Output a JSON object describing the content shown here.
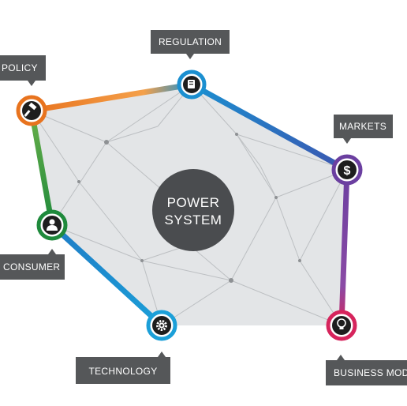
{
  "center": {
    "line1": "POWER",
    "line2": "SYSTEM"
  },
  "nodes": [
    {
      "key": "regulation",
      "label": "REGULATION",
      "icon": "book-icon",
      "color": "#1b8fd0"
    },
    {
      "key": "markets",
      "label": "MARKETS",
      "icon": "dollar-icon",
      "color": "#6b3fa0"
    },
    {
      "key": "business",
      "label": "BUSINESS MOD",
      "icon": "lightbulb-icon",
      "color": "#d6245c"
    },
    {
      "key": "technology",
      "label": "TECHNOLOGY",
      "icon": "gear-icon",
      "color": "#1b9fd8"
    },
    {
      "key": "consumer",
      "label": "CONSUMER",
      "icon": "person-icon",
      "color": "#1f8a3c"
    },
    {
      "key": "policy",
      "label": "POLICY",
      "icon": "gavel-icon",
      "color": "#e8731e"
    }
  ],
  "colors": {
    "label_bg": "#555759",
    "center_bg": "#4a4c4f",
    "polygon_fill": "#e4e6e8",
    "regulation_to_markets": "#1f7cc6",
    "markets_to_business": "#7a4aa8",
    "business_to_technology": "#d6245c",
    "technology_to_consumer": "#1f9ad6",
    "consumer_to_policy": "#3aa05a",
    "policy_to_regulation": "#f0913a"
  }
}
